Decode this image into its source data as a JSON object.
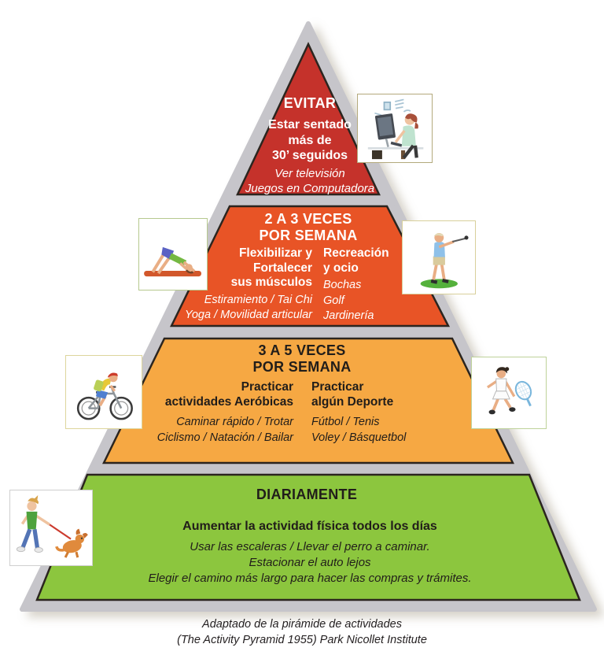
{
  "colors": {
    "level1": "#c5322b",
    "level2": "#e85426",
    "level3": "#f6a843",
    "level4": "#8cc63e",
    "pyramid_gray": "#c6c5ca",
    "outline": "#2b251f",
    "text_light": "#ffffff",
    "text_dark": "#211d1a"
  },
  "levels": [
    {
      "name": "evitar",
      "title": "EVITAR",
      "subtitle": [
        "Estar sentado",
        "más de",
        "30’ seguidos"
      ],
      "examples": [
        "Ver televisión",
        "Juegos en Computadora"
      ],
      "icon": "woman-at-computer"
    },
    {
      "name": "dos-a-tres-veces-por-semana",
      "title": [
        "2 A 3 VECES",
        "POR SEMANA"
      ],
      "left": {
        "heading": [
          "Flexibilizar y",
          "Fortalecer",
          "sus músculos"
        ],
        "items": [
          "Estiramiento / Tai Chi",
          "Yoga / Movilidad articular"
        ]
      },
      "right": {
        "heading": [
          "Recreación",
          "y ocio"
        ],
        "items": [
          "Bochas",
          "Golf",
          "Jardinería"
        ]
      },
      "icons": [
        "yoga-pose",
        "golfer"
      ]
    },
    {
      "name": "tres-a-cinco-veces-por-semana",
      "title": [
        "3 A 5 VECES",
        "POR SEMANA"
      ],
      "left": {
        "heading": [
          "Practicar",
          "actividades Aeróbicas"
        ],
        "items": [
          "Caminar rápido / Trotar",
          "Ciclismo / Natación / Bailar"
        ]
      },
      "right": {
        "heading": [
          "Practicar",
          "algún Deporte"
        ],
        "items": [
          "Fútbol / Tenis",
          "Voley / Básquetbol"
        ]
      },
      "icons": [
        "cyclist",
        "tennis-player"
      ]
    },
    {
      "name": "diariamente",
      "title": "DIARIAMENTE",
      "heading": "Aumentar la actividad física todos los días",
      "items": [
        "Usar las escaleras / Llevar el perro a caminar.",
        "Estacionar el auto lejos",
        "Elegir el camino más largo para hacer las compras y trámites."
      ],
      "icon": "man-walking-dog"
    }
  ],
  "footer": {
    "line1": "Adaptado de la pirámide de actividades",
    "line2": "(The Activity Pyramid 1955) Park Nicollet Institute"
  }
}
